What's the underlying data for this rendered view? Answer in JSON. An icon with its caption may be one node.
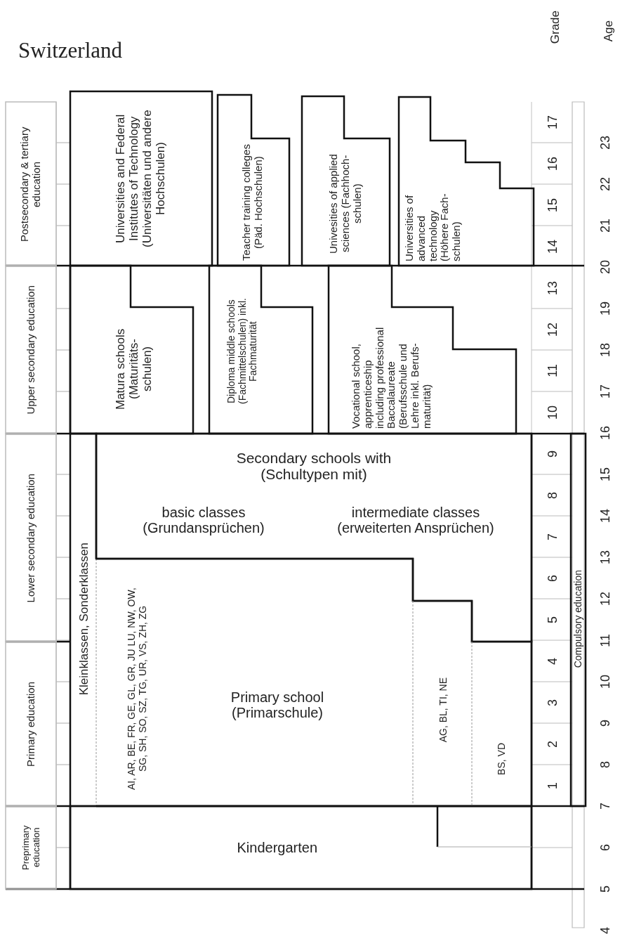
{
  "diagram": {
    "title": "Switzerland",
    "nodes": [
      {
        "text": [
          "Postsecondary & tertiary education"
        ]
      },
      {
        "text": [
          "Upper secondary education"
        ]
      },
      {
        "text": [
          "Lower secondary education"
        ]
      },
      {
        "text": [
          "Primary education"
        ]
      },
      {
        "text": [
          "Preprimary education"
        ]
      },
      {
        "text": [
          "Universities and Federal Institutes of Technology (Universitäten und andere Hochschulen)"
        ]
      },
      {
        "text": [
          "Teacher training colleges (Päd. Hochschulen)"
        ]
      },
      {
        "text": [
          "Univesities of applied sciences (Fachhoch- schulen)"
        ]
      },
      {
        "text": [
          "Universities of advanced technology (Höhere Fach- schulen)"
        ]
      },
      {
        "text": [
          "Matura schools (Maturitäts- schulen)"
        ]
      },
      {
        "text": [
          "Diploma middle schools (Fachmittelschulen) inkl. Fachmaturität"
        ]
      },
      {
        "text": [
          "Vocational school, apprenticeship including professional Baccalaureate (Berufsschule und Lehre inkl. Berufs- maturität)"
        ]
      },
      {
        "text": [
          "Kleinklassen, Sonderklassen"
        ]
      },
      {
        "text": [
          "Secondary schools with (Schultypen mit)",
          "basic classes (Grundansprüchen)",
          "intermediate classes (erweiterten Ansprüchen)"
        ]
      },
      {
        "text": [
          "AI, AR, BE, FR, GE, GL, GR, JU LU, NW, OW, SG, SH, SO, SZ, TG, UR, VS, ZH, ZG",
          "Primary school (Primarschule)",
          "AG, BL, TI, NE",
          "BS, VD"
        ]
      },
      {
        "text": [
          "Kindergarten"
        ]
      },
      {
        "text": [
          "Compulsory education"
        ]
      }
    ],
    "labels": [
      "Grade",
      "Age",
      "17",
      "16",
      "15",
      "14",
      "13",
      "12",
      "11",
      "10",
      "9",
      "8",
      "7",
      "6",
      "5",
      "4",
      "3",
      "2",
      "1",
      "23",
      "22",
      "21",
      "20",
      "19",
      "18",
      "17",
      "16",
      "15",
      "14",
      "13",
      "12",
      "11",
      "10",
      "9",
      "8",
      "7",
      "6",
      "5",
      "4"
    ]
  }
}
